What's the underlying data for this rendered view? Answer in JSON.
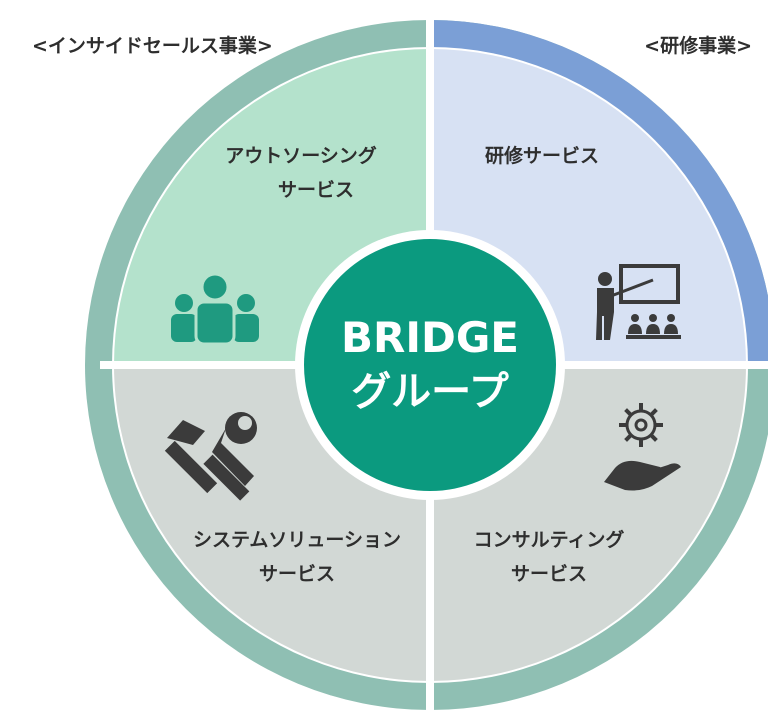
{
  "headers": {
    "inside_sales": "<インサイドセールス事業>",
    "training": "<研修事業>"
  },
  "center": {
    "line1": "BRIDGE",
    "line2": "グループ"
  },
  "segments": {
    "outsourcing": {
      "line1": "アウトソーシング",
      "line2": "サービス",
      "icon": "group-of-people-icon"
    },
    "training": {
      "line1": "研修サービス",
      "icon": "presentation-teacher-icon"
    },
    "system_solution": {
      "line1": "システムソリューション",
      "line2": "サービス",
      "icon": "hammer-wrench-icon"
    },
    "consulting": {
      "line1": "コンサルティング",
      "line2": "サービス",
      "icon": "gear-in-hand-icon"
    }
  },
  "colors": {
    "outer_ring_teal": "#8fbfb3",
    "outer_ring_blue": "#7b9fd6",
    "outsourcing_fill": "#b4e2cc",
    "training_fill": "#d7e1f3",
    "bottom_fill": "#d2d8d5",
    "center_fill": "#0b9a7f",
    "icon_teal": "#1f9a80",
    "icon_dark": "#3b3b3b"
  }
}
